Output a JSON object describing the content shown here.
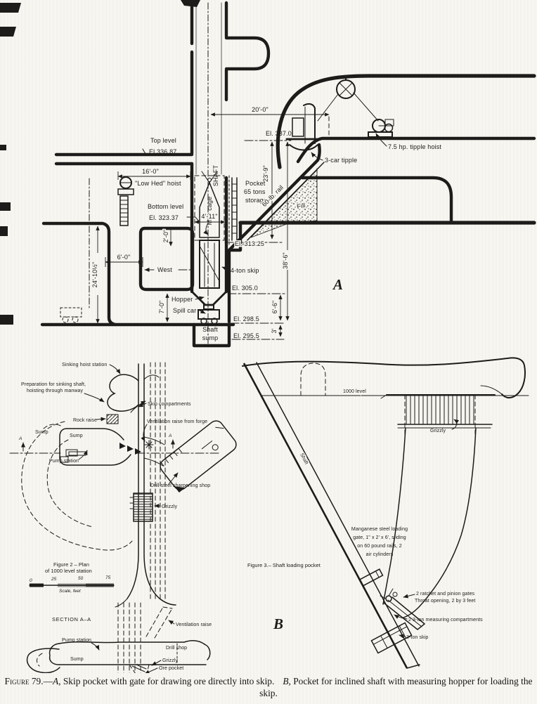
{
  "page": {
    "paper": "#f7f6f1",
    "ink": "#1d1c1a"
  },
  "figA": {
    "panel": "A",
    "dims": {
      "d20": "20'-0\"",
      "d16": "16'-0\"",
      "d23_9": "23'-9\"",
      "d38_6": "38'-6\"",
      "d24_10": "24'-10½\"",
      "d6_0": "6'-0\"",
      "d4_11": "4'-11\"",
      "d7_0": "7'-0\"",
      "d6_6": "6'-6\"",
      "d3": "3'",
      "d2_0": "2'-0\""
    },
    "els": {
      "e337": "El. 337.0",
      "e33687": "El 336.87",
      "e32337": "El. 323.37",
      "e31325": "El. 313.25",
      "e3050": "El. 305.0",
      "e2985": "El. 298.5",
      "e2955": "El. 295.5"
    },
    "labels": {
      "top_level": "Top level",
      "low_hed": "\"Low Hed\" hoist",
      "bottom_level": "Bottom level",
      "shaft": "SHAFT",
      "man_cage": "Man cage",
      "pocket1": "Pocket",
      "pocket2": "65 tons",
      "pocket3": "storage",
      "rail": "60-lb. rail",
      "fill": "Fill",
      "west": "West",
      "skip": "4-ton skip",
      "hopper": "Hopper",
      "spill": "Spill car",
      "sump1": "Shaft",
      "sump2": "sump",
      "tipple_hoist": "7.5 hp. tipple hoist",
      "tipple": "3-car tipple"
    }
  },
  "fig2": {
    "labels": {
      "sinking": "Sinking hoist station",
      "prep1": "Preparation for sinking shaft,",
      "prep2": "hoisting through manway",
      "skip_comp": "Skip compartments",
      "rock_raise": "Rock raise",
      "vent": "Ventilation raise from forge",
      "sump_l": "Sump",
      "sump_r": "Sump",
      "pump": "Pump station",
      "drill": "Drill steel sharpening shop",
      "grizzly": "Grizzly",
      "cut_a1": "A",
      "cut_a2": "A"
    },
    "caption1": "Figure 2 – Plan",
    "caption2": "of 1000 level station",
    "scale": {
      "s0": "0",
      "s25": "25",
      "s50": "50",
      "s75": "75",
      "label": "Scale, feet"
    },
    "section": {
      "title": "SECTION  A–A",
      "pump": "Pump station",
      "sump": "Sump",
      "drill": "Drill shop",
      "vent": "Ventilation raise",
      "grizzly": "Grizzly",
      "ore": "Ore pocket"
    }
  },
  "fig3": {
    "panel": "B",
    "labels": {
      "level": "1000 level",
      "grizzly": "Grizzly",
      "shaft": "Shaft",
      "gate1": "Manganese steel loading",
      "gate2": "gate, 1\" x 2' x 6', sliding",
      "gate3": "on 60 pound rails, 2",
      "gate4": "air cylinders",
      "ratchet1": "2 ratchet and pinion gates",
      "ratchet2": "Throat opening, 2 by 3 feet",
      "measuring": "2 3-ton measuring compartments",
      "skip": "3-ton skip"
    },
    "caption": "Figure 3.– Shaft loading pocket"
  },
  "caption": {
    "fig_word": "Figure",
    "rest": " 79.—",
    "a": "A,",
    "a_text": " Skip pocket with gate for drawing ore directly into skip.",
    "b": "B,",
    "b_text": " Pocket for inclined shaft with measuring hopper for loading the skip."
  }
}
